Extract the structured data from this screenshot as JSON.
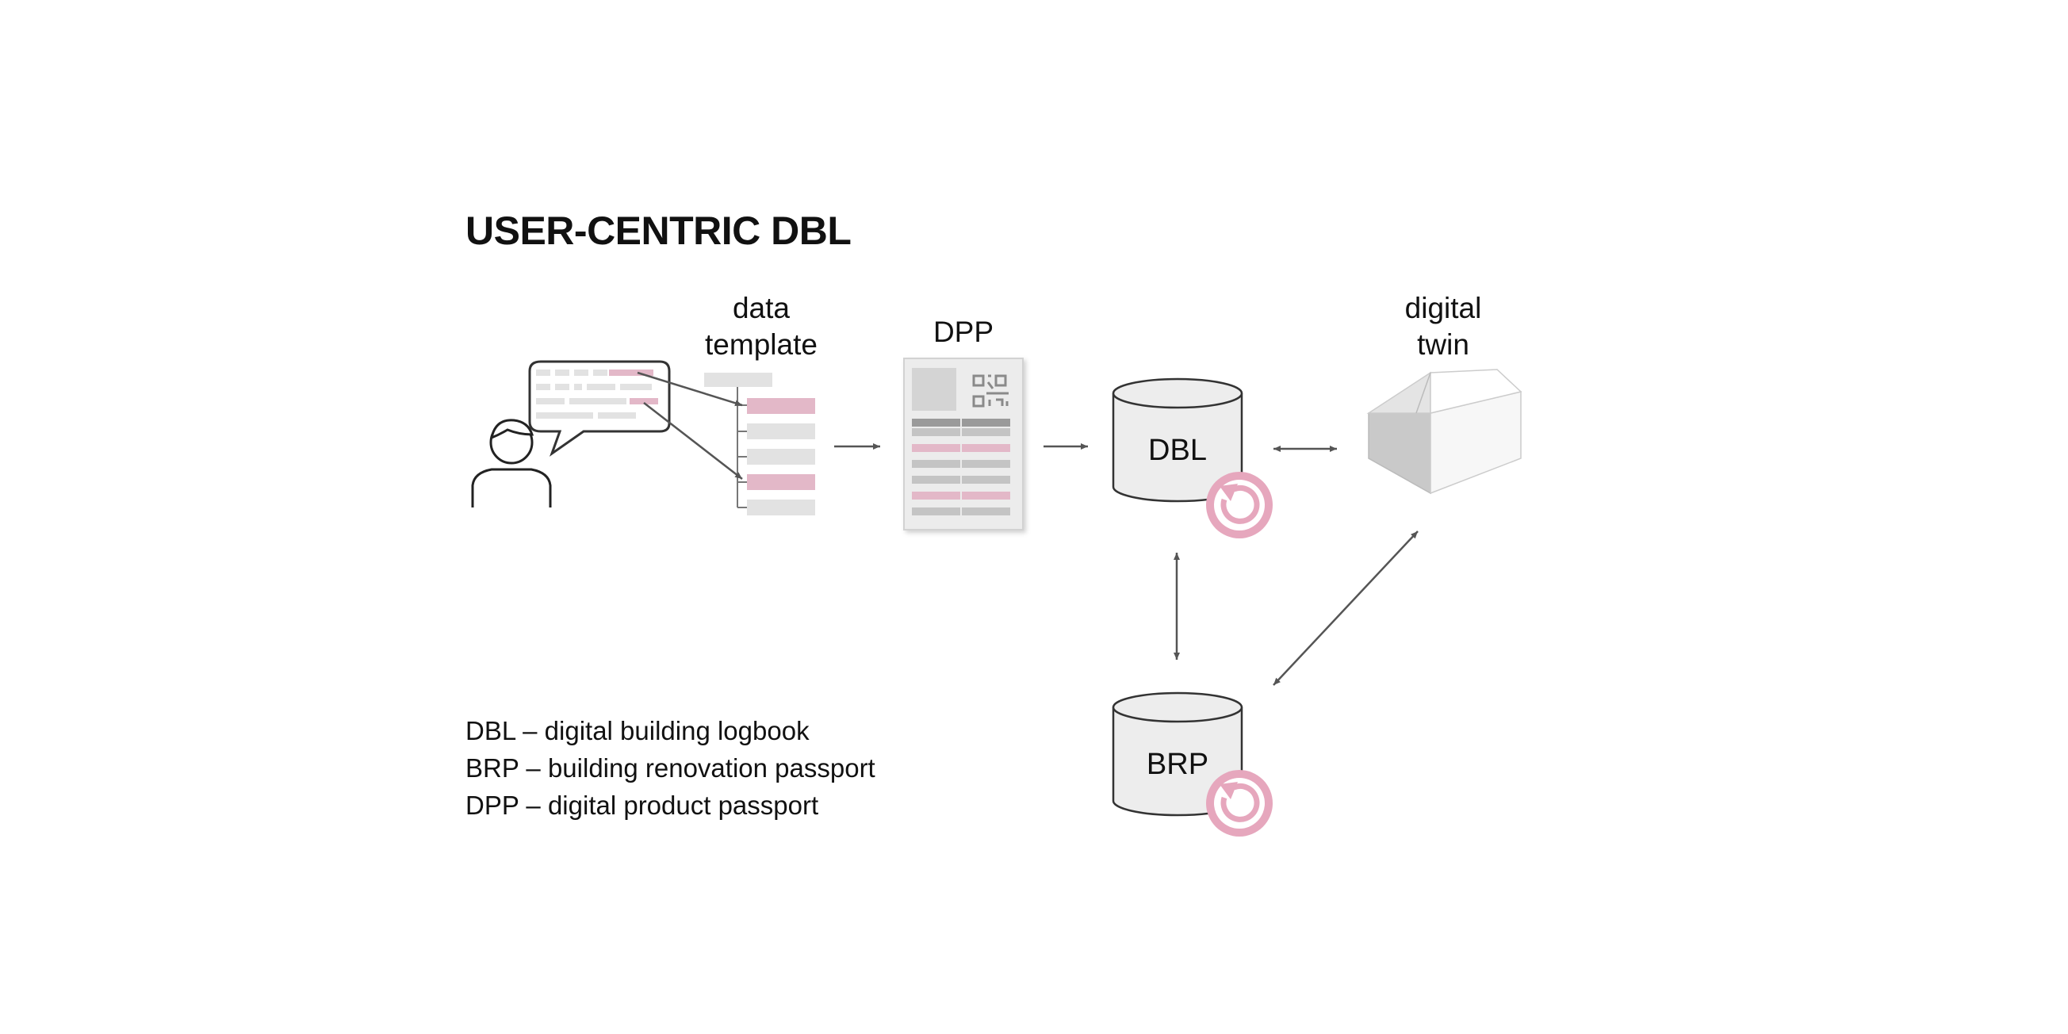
{
  "title": "USER-CENTRIC DBL",
  "labels": {
    "data_template": [
      "data",
      "template"
    ],
    "dpp": "DPP",
    "dbl": "DBL",
    "brp": "BRP",
    "digital_twin": [
      "digital",
      "twin"
    ]
  },
  "legend": [
    "DBL – digital building logbook",
    "BRP – building renovation passport",
    "DPP – digital product passport"
  ],
  "colors": {
    "accent_pink": "#e3b8c8",
    "cycle_pink": "#e6a7bd",
    "light_gray": "#e2e2e2",
    "mid_gray": "#c9c9c9",
    "line": "#555555",
    "outline": "#222222"
  },
  "icons": [
    "user-icon",
    "speech-bubble-icon",
    "qr-code-icon",
    "database-icon",
    "cycle-icon",
    "house-icon"
  ]
}
